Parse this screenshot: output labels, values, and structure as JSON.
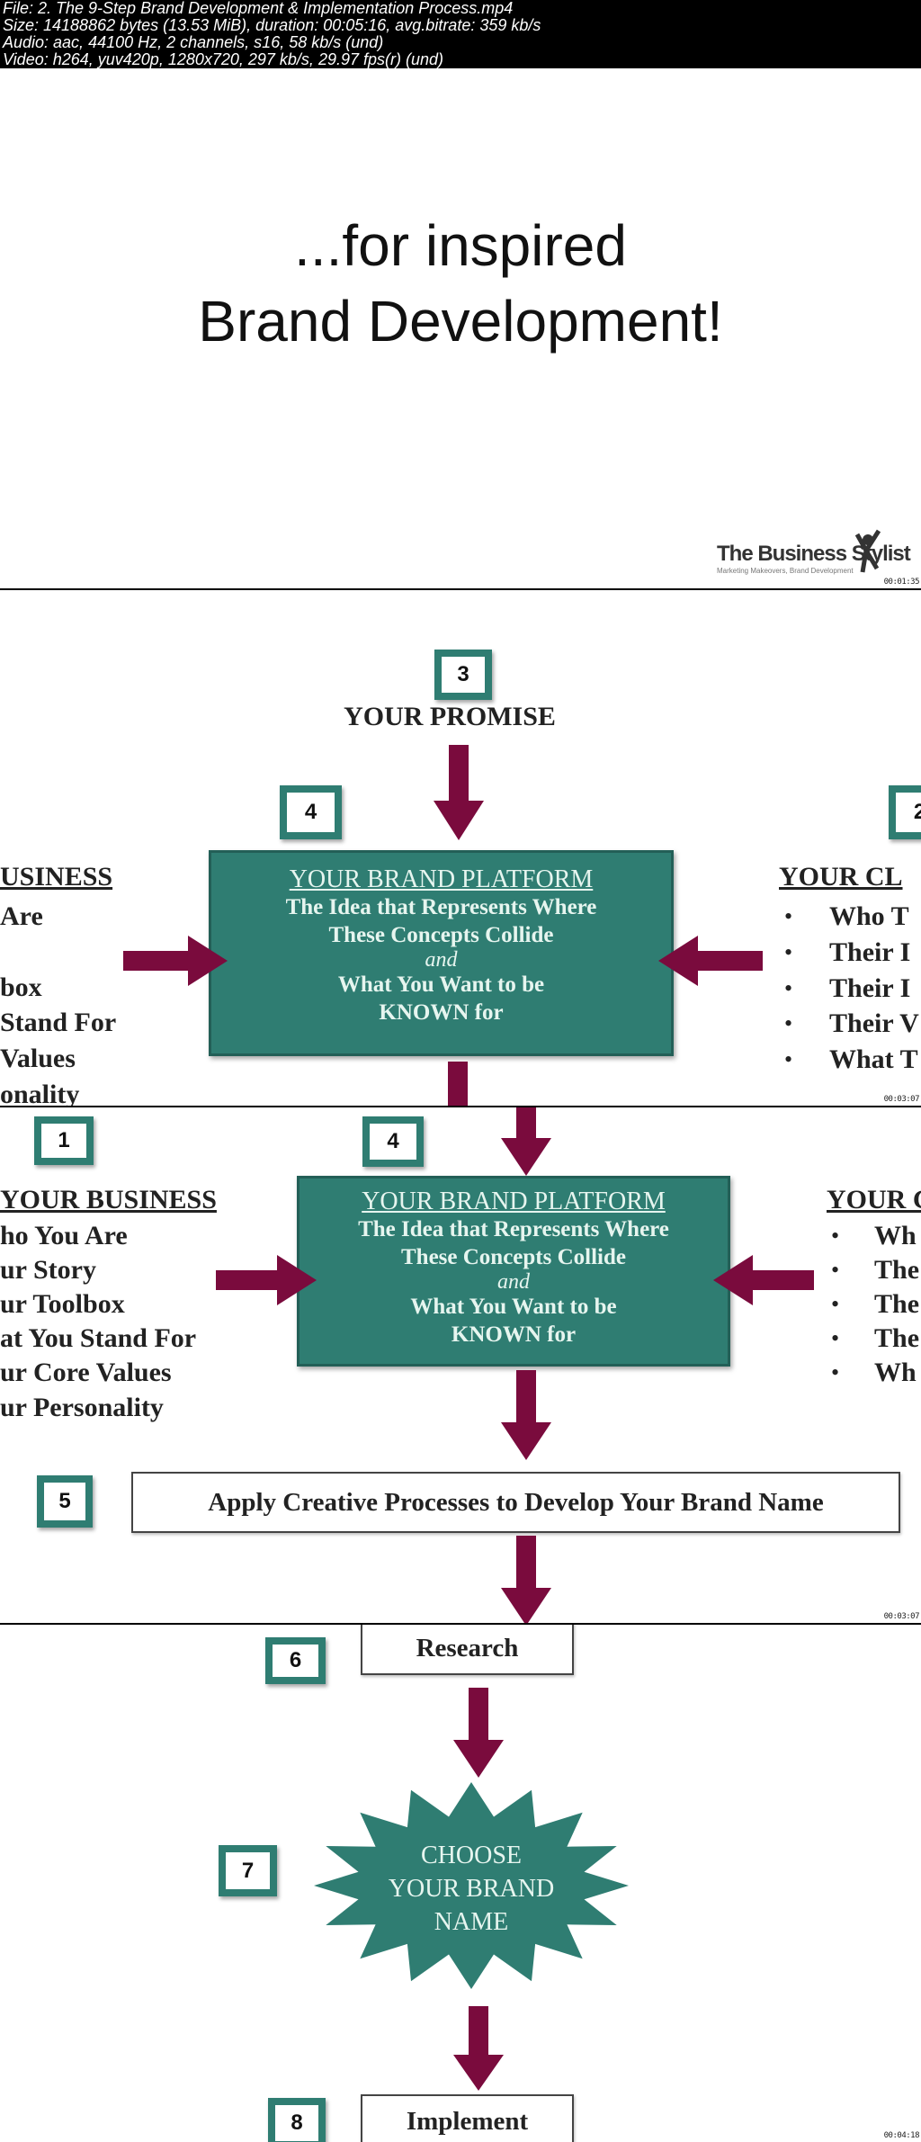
{
  "header": {
    "file": "File: 2. The 9-Step Brand Development & Implementation Process.mp4",
    "size": "Size: 14188862 bytes (13.53 MiB), duration: 00:05:16, avg.bitrate: 359 kb/s",
    "audio": "Audio: aac, 44100 Hz, 2 channels, s16, 58 kb/s (und)",
    "video": "Video: h264, yuv420p, 1280x720, 297 kb/s, 29.97 fps(r) (und)"
  },
  "colors": {
    "teal": "#2f7d72",
    "maroon": "#7a0b3d"
  },
  "frames": [
    {
      "timestamp": "00:01:35",
      "title_line1": "...for inspired",
      "title_line2": "Brand Development!",
      "logo_name": "The Business Stylist",
      "logo_tagline": "Marketing Makeovers, Brand Development"
    },
    {
      "timestamp": "00:03:07",
      "step3": "3",
      "promise": "YOUR PROMISE",
      "step4": "4",
      "step2": "2",
      "platform": {
        "title": "YOUR BRAND PLATFORM",
        "line1": "The Idea that Represents Where",
        "line2": "These Concepts Collide",
        "and": "and",
        "line3": "What You Want to be",
        "line4": "KNOWN for"
      },
      "business_heading": "USINESS",
      "business_items": [
        "Are",
        "",
        "box",
        "Stand For",
        "Values",
        "onality"
      ],
      "clients_heading": "YOUR CL",
      "clients_items": [
        "Who T",
        "Their I",
        "Their I",
        "Their V",
        "What T"
      ]
    },
    {
      "timestamp": "00:03:07",
      "step1": "1",
      "step4": "4",
      "step5": "5",
      "platform": {
        "title": "YOUR BRAND PLATFORM",
        "line1": "The Idea that Represents Where",
        "line2": "These Concepts Collide",
        "and": "and",
        "line3": "What You Want to be",
        "line4": "KNOWN for"
      },
      "business_heading": "YOUR BUSINESS",
      "business_items": [
        "ho You Are",
        "ur Story",
        "ur Toolbox",
        "at You Stand For",
        "ur Core Values",
        "ur Personality"
      ],
      "clients_heading": "YOUR C",
      "clients_items": [
        "Wh",
        "The",
        "The",
        "The",
        "Wh"
      ],
      "apply": "Apply Creative Processes to Develop Your Brand Name"
    },
    {
      "timestamp": "00:04:18",
      "step6": "6",
      "research": "Research",
      "step7": "7",
      "choose_line1": "CHOOSE",
      "choose_line2": "YOUR BRAND",
      "choose_line3": "NAME",
      "step8": "8",
      "implement": "Implement"
    }
  ]
}
